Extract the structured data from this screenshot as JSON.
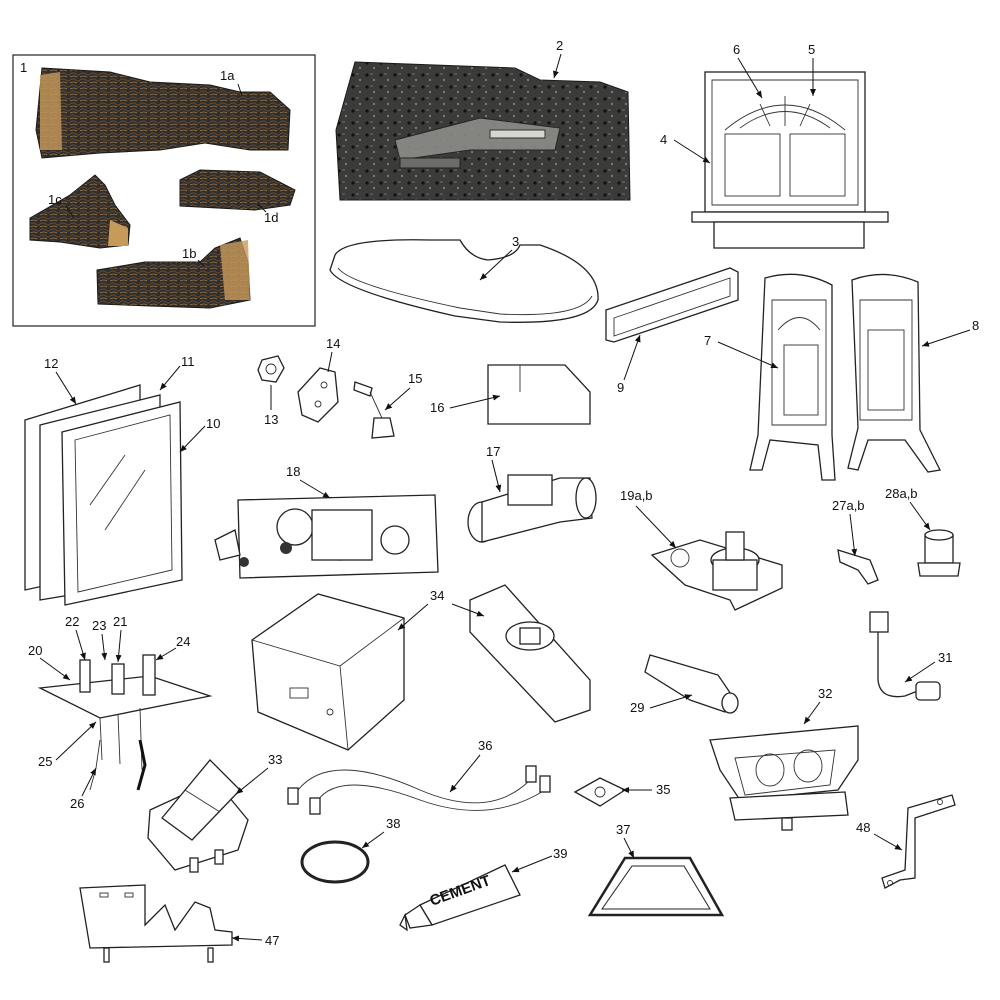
{
  "labels": {
    "p1": "1",
    "p1a": "1a",
    "p1b": "1b",
    "p1c": "1c",
    "p1d": "1d",
    "p2": "2",
    "p3": "3",
    "p4": "4",
    "p5": "5",
    "p6": "6",
    "p7": "7",
    "p8": "8",
    "p9": "9",
    "p10": "10",
    "p11": "11",
    "p12": "12",
    "p13": "13",
    "p14": "14",
    "p15": "15",
    "p16": "16",
    "p17": "17",
    "p18": "18",
    "p19": "19a,b",
    "p20": "20",
    "p21": "21",
    "p22": "22",
    "p23": "23",
    "p24": "24",
    "p25": "25",
    "p26": "26",
    "p27": "27a,b",
    "p28": "28a,b",
    "p29": "29",
    "p31": "31",
    "p32": "32",
    "p33": "33",
    "p34": "34",
    "p35": "35",
    "p36": "36",
    "p37": "37",
    "p38": "38",
    "p39": "39",
    "p47": "47",
    "p48": "48"
  },
  "cement_tube_text": "CEMENT",
  "colors": {
    "line": "#222222",
    "log_dark": "#2b2b2b",
    "log_brown": "#8a5a2b",
    "log_tan": "#c9a46a",
    "grate": "#3a3a38"
  }
}
